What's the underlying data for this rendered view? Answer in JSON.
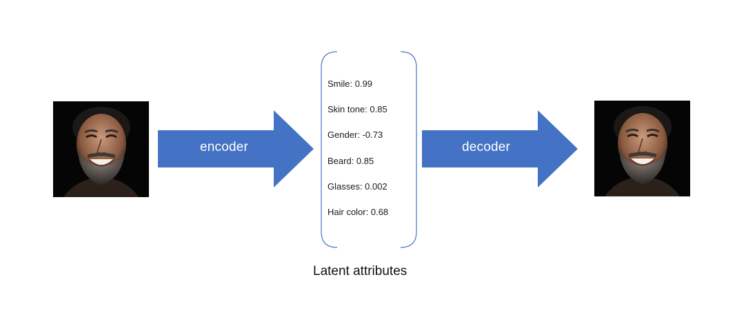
{
  "colors": {
    "arrow_fill": "#4472c4",
    "bracket_stroke": "#4472c4",
    "text": "#1a1a1a",
    "photo_background": "#050505"
  },
  "input_photo": {
    "icon": "face-photo-icon"
  },
  "output_photo": {
    "icon": "face-photo-icon"
  },
  "encoder_arrow": {
    "label": "encoder",
    "icon": "right-arrow-icon"
  },
  "decoder_arrow": {
    "label": "decoder",
    "icon": "right-arrow-icon"
  },
  "latent": {
    "attributes": [
      {
        "text": "Smile: 0.99"
      },
      {
        "text": "Skin tone: 0.85"
      },
      {
        "text": "Gender: -0.73"
      },
      {
        "text": "Beard: 0.85"
      },
      {
        "text": "Glasses: 0.002"
      },
      {
        "text": "Hair color: 0.68"
      }
    ],
    "caption": "Latent attributes"
  }
}
